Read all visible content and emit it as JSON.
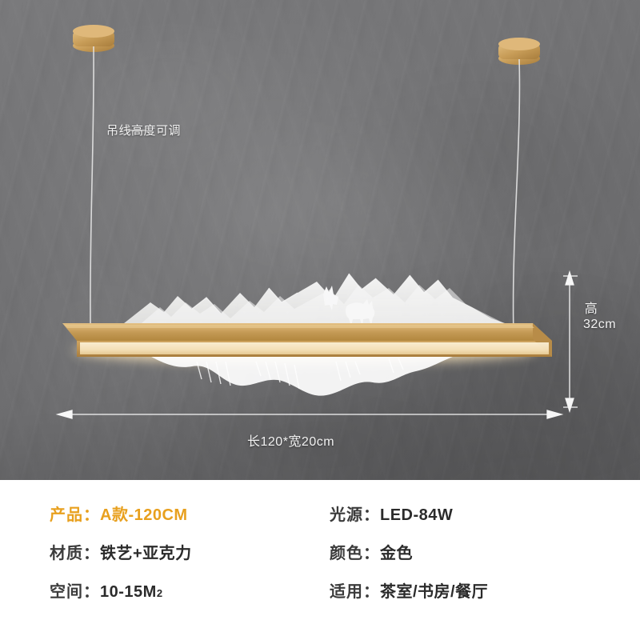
{
  "scene": {
    "background_color": "#6f6f71",
    "product_type": "mountain-landscape LED pendant lamp",
    "frame_color": "#c8a05a"
  },
  "annotations": {
    "hanging_wire": "吊线高度可调",
    "width_dimension": "长120*宽20cm",
    "height_dimension": "高32cm"
  },
  "spec": {
    "rows": [
      {
        "label": "产品：",
        "value": "A款-120CM",
        "highlight": true
      },
      {
        "label": "材质：",
        "value": "铁艺+亚克力",
        "highlight": false
      },
      {
        "label": "空间：",
        "value": "10-15M",
        "sup": "2",
        "highlight": false
      },
      {
        "label": "光源：",
        "value": "LED-84W",
        "highlight": false
      },
      {
        "label": "颜色：",
        "value": "金色",
        "highlight": false
      },
      {
        "label": "适用：",
        "value": "茶室/书房/餐厅",
        "highlight": false
      }
    ],
    "highlight_color": "#e8a01e",
    "text_color": "#2b2b2b"
  }
}
